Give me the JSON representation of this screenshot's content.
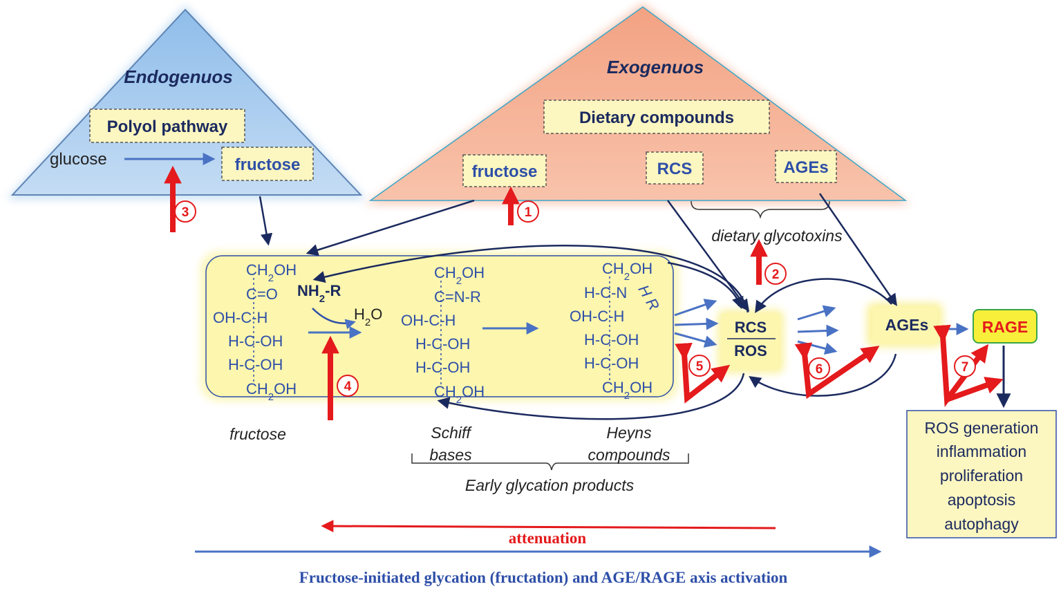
{
  "triangles": {
    "endogenous": {
      "title": "Endogenuos",
      "pathway": "Polyol pathway",
      "substrate": "glucose",
      "product": "fructose"
    },
    "exogenous": {
      "title": "Exogenuos",
      "source": "Dietary compounds",
      "items": [
        "fructose",
        "RCS",
        "AGEs"
      ],
      "brace_label": "dietary glycotoxins"
    }
  },
  "chemistry": {
    "fructose_lines": [
      "CH2OH",
      "C=O",
      "OH-C-H",
      "H-C-OH",
      "H-C-OH",
      "CH2OH"
    ],
    "amine": "NH2-R",
    "water": "H2O",
    "schiff_lines": [
      "CH2OH",
      "C=N-R",
      "OH-C-H",
      "H-C-OH",
      "H-C-OH",
      "CH2OH"
    ],
    "heyns_lines": [
      "CH2OH",
      "H-C-N",
      "OH-C-H",
      "H-C-OH",
      "H-C-OH",
      "CH2OH"
    ],
    "heyns_side": "H R"
  },
  "captions": {
    "fructose": "fructose",
    "schiff": [
      "Schiff",
      "bases"
    ],
    "heyns": [
      "Heyns",
      "compounds"
    ],
    "early": "Early glycation products"
  },
  "nodes": {
    "rcs": "RCS",
    "ros": "ROS",
    "ages": "AGEs",
    "rage": "RAGE"
  },
  "outcomes": [
    "ROS generation",
    "inflammation",
    "proliferation",
    "apoptosis",
    "autophagy"
  ],
  "markers": [
    "1",
    "2",
    "3",
    "4",
    "5",
    "6",
    "7"
  ],
  "attenuation": "attenuation",
  "footer": "Fructose-initiated glycation (fructation) and AGE/RAGE axis activation",
  "colors": {
    "blue_triangle": "#a9cdf0",
    "orange_triangle": "#f5b195",
    "yellow_panel": "#fcf6ae",
    "navy": "#1b2a5e",
    "chem_blue": "#2e4fa8",
    "arrow_blue": "#4a72c4",
    "red": "#e41a1c",
    "rage_fill": "#f7ef3a"
  }
}
